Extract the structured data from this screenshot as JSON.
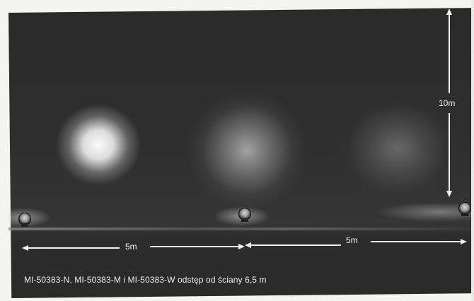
{
  "figure": {
    "caption": "MI-50383-N, MI-50383-M i MI-50383-W odstęp od ściany 6,5 m",
    "dimensions": {
      "height_label": "10m",
      "spacing_left_label": "5m",
      "spacing_right_label": "5m"
    },
    "fixtures": [
      {
        "name": "fixture-left",
        "beam": "narrow"
      },
      {
        "name": "fixture-center",
        "beam": "medium"
      },
      {
        "name": "fixture-right",
        "beam": "wide"
      }
    ]
  }
}
